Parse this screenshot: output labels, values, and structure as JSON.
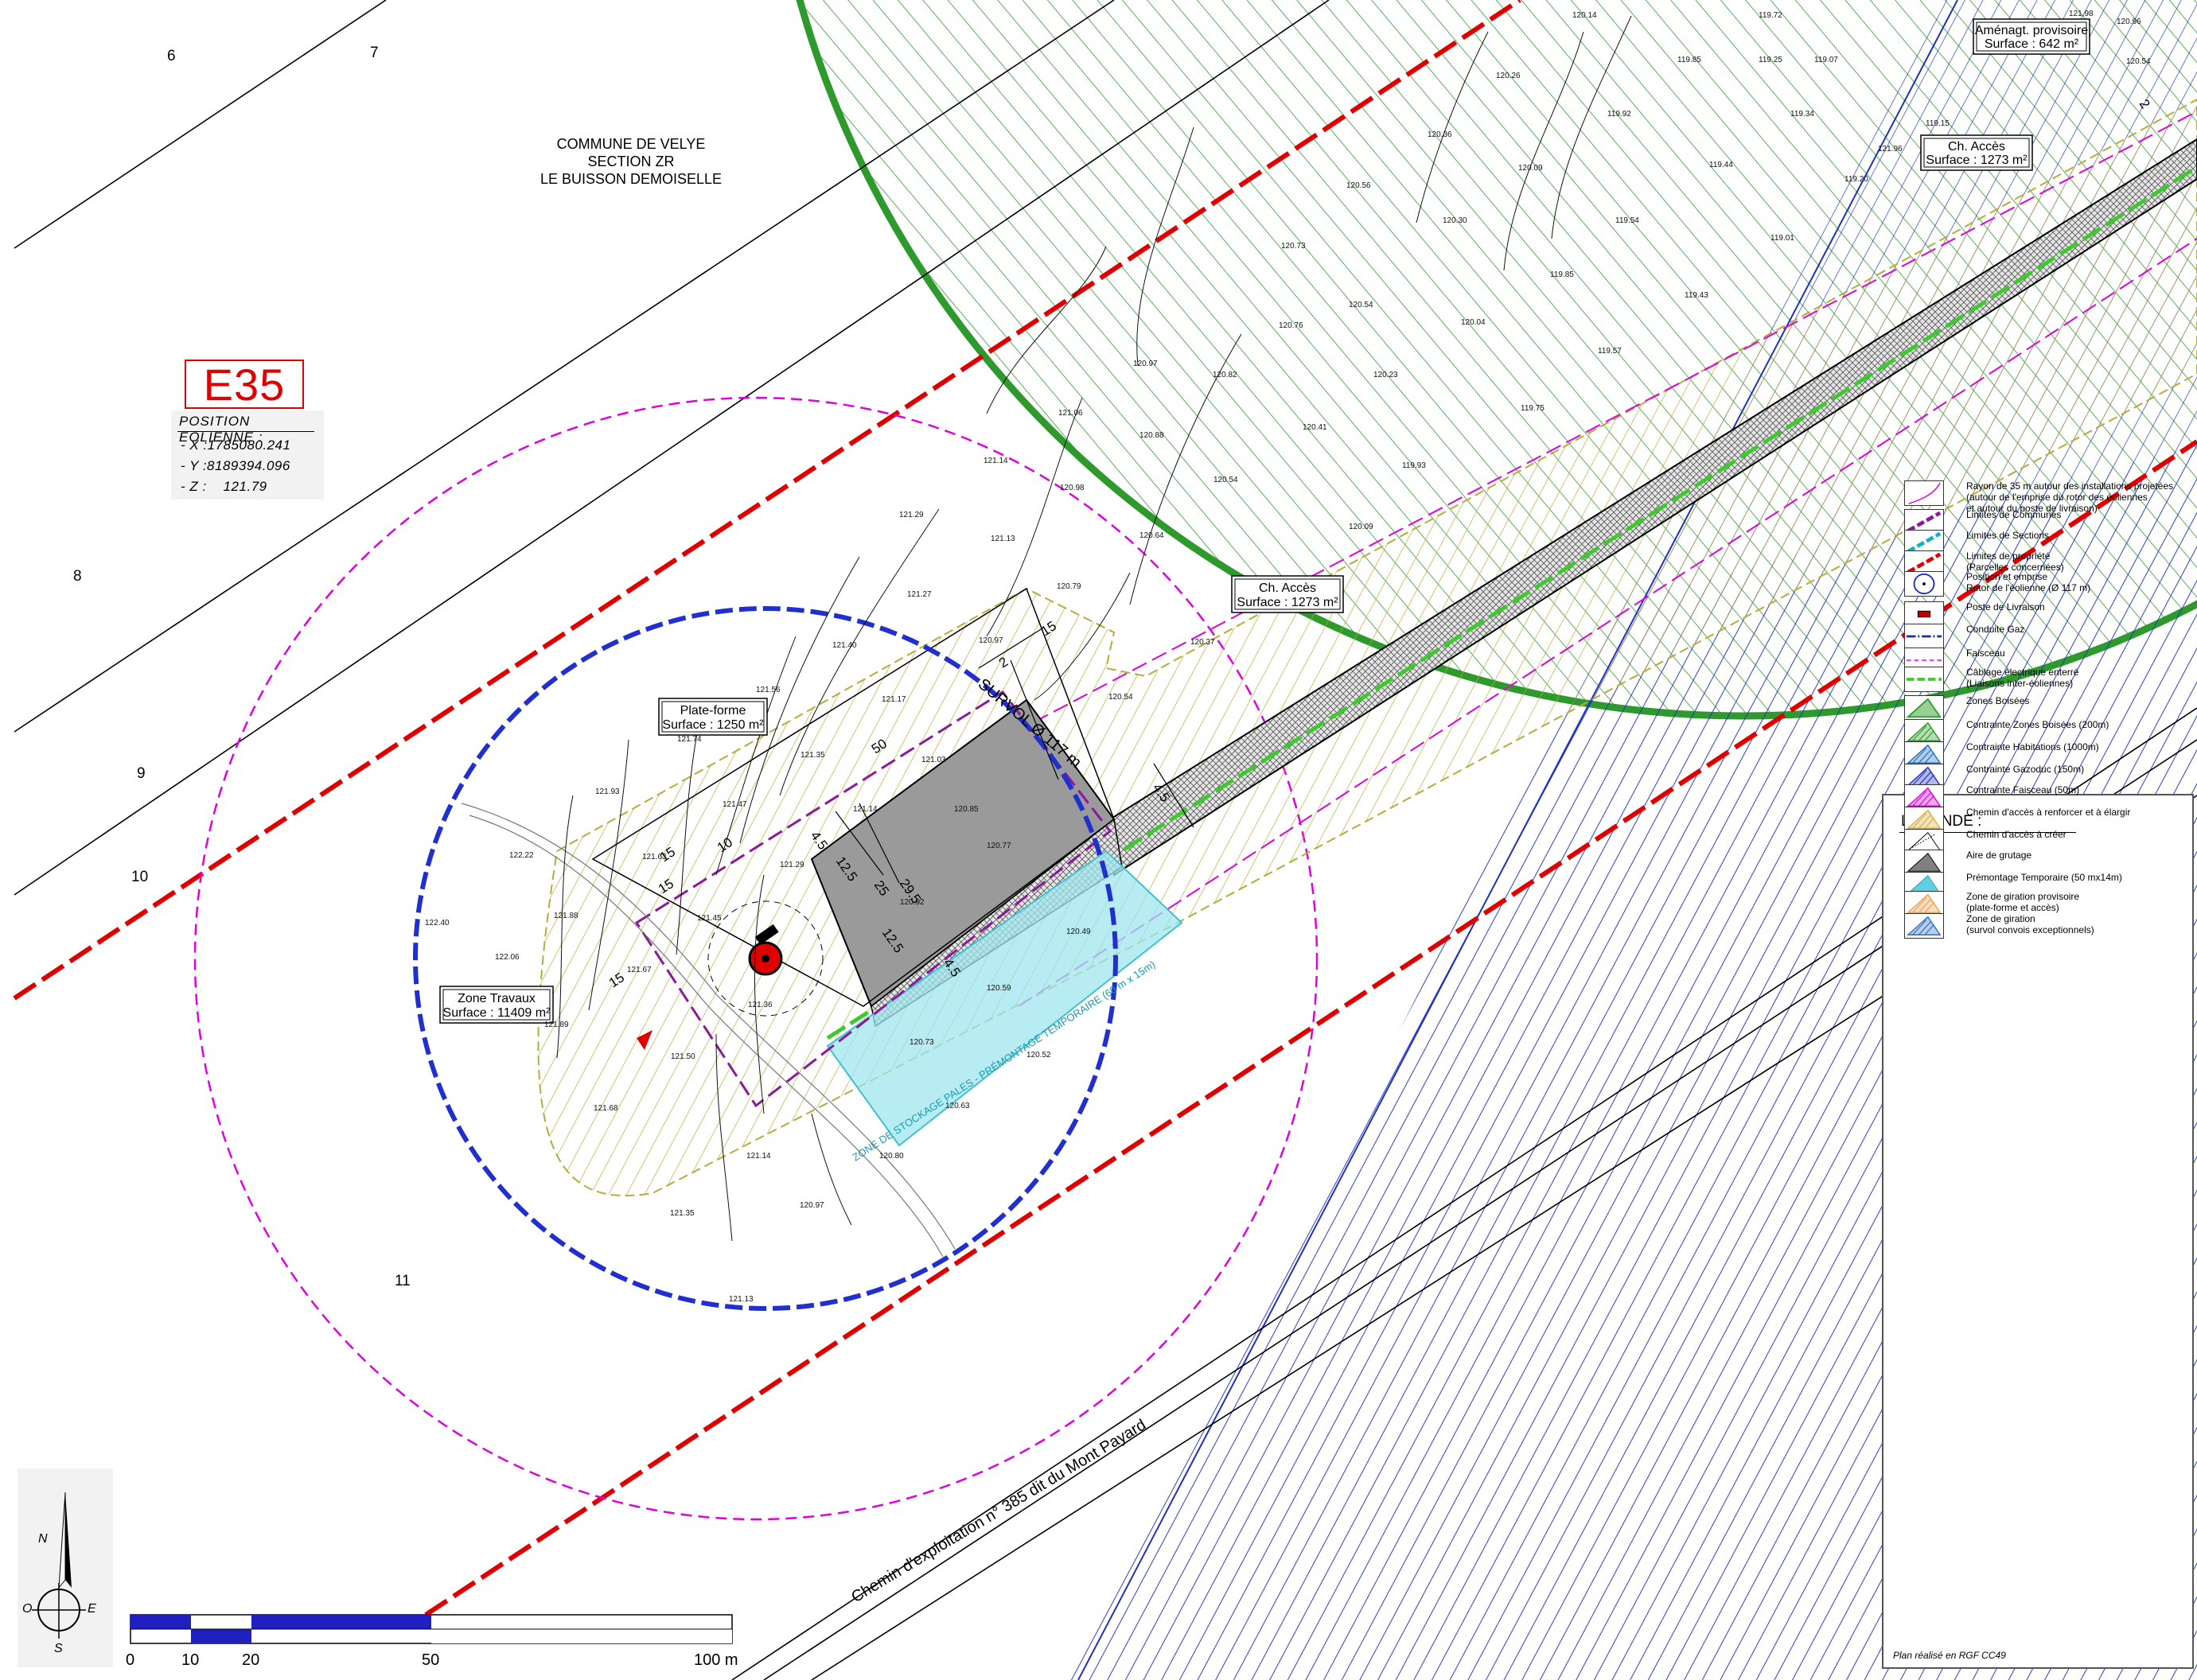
{
  "site": {
    "commune": "COMMUNE DE VELYE",
    "section": "SECTION ZR",
    "lieu_dit": "LE BUISSON DEMOISELLE"
  },
  "turbine": {
    "id": "E35",
    "position_title": "POSITION EOLIENNE :",
    "x": "- X :1785080.241",
    "y": "- Y :8189394.096",
    "z": "- Z :    121.79",
    "marker_color": "#e00000"
  },
  "parcels": [
    "6",
    "7",
    "8",
    "9",
    "10",
    "11"
  ],
  "zones": {
    "platform": {
      "title": "Plate-forme",
      "surface": "Surface : 1250 m²"
    },
    "works": {
      "title": "Zone Travaux",
      "surface": "Surface : 11409 m²"
    },
    "access_1": {
      "title": "Ch. Accès",
      "surface": "Surface : 1273 m²"
    },
    "access_2": {
      "title": "Ch. Accès",
      "surface": "Surface : 1273 m²"
    },
    "temp_layout": {
      "title": "Aménagt. provisoire",
      "surface": "Surface : 642 m²"
    }
  },
  "annotations": {
    "rotor_overflight": "SURVOL Ø 117 m",
    "storage_zone": "ZONE DE STOCKAGE PALES - PRÉMONTAGE TEMPORAIRE (60 m x 15m)",
    "road": "Chemin d'exploitation n° 385 dit du Mont Payard",
    "dims": [
      "50",
      "15",
      "10",
      "15",
      "15",
      "12.5",
      "29.5",
      "12.5",
      "25",
      "15",
      "2",
      "4.5",
      "4.5",
      "4.5",
      "2"
    ]
  },
  "elevations": [
    "120.14",
    "119.72",
    "119.07",
    "120.26",
    "119.85",
    "119.25",
    "120.36",
    "119.92",
    "119.34",
    "120.09",
    "119.44",
    "119.15",
    "120.56",
    "120.30",
    "119.54",
    "119.20",
    "120.73",
    "119.85",
    "119.01",
    "120.54",
    "119.43",
    "120.76",
    "120.04",
    "120.23",
    "119.57",
    "120.97",
    "120.82",
    "119.75",
    "121.06",
    "120.88",
    "120.41",
    "121.14",
    "120.98",
    "120.54",
    "119.93",
    "121.29",
    "121.13",
    "120.64",
    "120.09",
    "121.27",
    "120.79",
    "120.97",
    "120.37",
    "121.40",
    "121.56",
    "121.17",
    "120.54",
    "121.74",
    "121.35",
    "121.03",
    "120.85",
    "121.93",
    "121.47",
    "121.14",
    "120.77",
    "122.22",
    "121.63",
    "121.29",
    "122.40",
    "121.88",
    "121.45",
    "120.92",
    "122.06",
    "121.67",
    "120.49",
    "121.36",
    "120.59",
    "121.89",
    "121.50",
    "120.73",
    "120.52",
    "121.68",
    "120.63",
    "121.14",
    "120.80",
    "121.35",
    "120.97",
    "121.13",
    "121.96",
    "121.98",
    "120.96",
    "120.54"
  ],
  "legend": {
    "title": "LEGENDE :",
    "items": [
      {
        "label": "Rayon de 35 m autour des installations projetées\n(autour de l'emprise du rotor des éoliennes\net autour du poste de livraison)",
        "icon": "radius-arc-icon",
        "color": "#e000e0"
      },
      {
        "label": "Limites de Communes",
        "icon": "commune-limit-icon",
        "color": "#8a1a9a"
      },
      {
        "label": "Limites de Sections",
        "icon": "section-limit-icon",
        "color": "#10b0c8"
      },
      {
        "label": "Limites de propriété\n(Parcelles concernées)",
        "icon": "property-limit-icon",
        "color": "#e00000"
      },
      {
        "label": "Position et emprise\nRotor de l'éolienne (Ø 117 m)",
        "icon": "rotor-circle-icon",
        "color": "#2030d0"
      },
      {
        "label": "Poste de Livraison",
        "icon": "delivery-post-icon",
        "color": "#c00000"
      },
      {
        "label": "Conduite Gaz",
        "icon": "gas-line-icon",
        "color": "#1a2aa8"
      },
      {
        "label": "Faisceau",
        "icon": "beam-line-icon",
        "color": "#e000e0"
      },
      {
        "label": "Câblage électrique enterré\n(Liaisons inter-éoliennes)",
        "icon": "cable-line-icon",
        "color": "#40c830"
      },
      {
        "label": "Zones Boisées",
        "icon": "woodland-icon",
        "color": "#30a030"
      },
      {
        "label": "Contrainte Zones Boisées (200m)",
        "icon": "woodland-constraint-icon",
        "color": "#2a9a2a"
      },
      {
        "label": "Contrainte Habitations (1000m)",
        "icon": "housing-constraint-icon",
        "color": "#2070c0"
      },
      {
        "label": "Contrainte Gazoduc (150m)",
        "icon": "gas-constraint-icon",
        "color": "#2030c0"
      },
      {
        "label": "Contrainte Faisceau (50m)",
        "icon": "beam-constraint-icon",
        "color": "#e000e0"
      },
      {
        "label": "Chemin d'accès à renforcer et à élargir",
        "icon": "reinforced-path-icon",
        "color": "#d8b040"
      },
      {
        "label": "Chemin d'accès à créer",
        "icon": "new-path-icon",
        "color": "#555555"
      },
      {
        "label": "Aire de grutage",
        "icon": "crane-area-icon",
        "color": "#808080"
      },
      {
        "label": "Prémontage Temporaire (50 mx14m)",
        "icon": "premount-icon",
        "color": "#60d0e0"
      },
      {
        "label": "Zone de giration provisoire\n(plate-forme et accès)",
        "icon": "turning-zone-icon",
        "color": "#f0a050"
      },
      {
        "label": "Zone de giration\n(survol convois exceptionnels)",
        "icon": "convoy-turning-icon",
        "color": "#3070c0"
      }
    ],
    "footer": "Plan réalisé en RGF CC49"
  },
  "compass": {
    "n": "N",
    "s": "S",
    "e": "E",
    "o": "O"
  },
  "scale": {
    "labels": [
      "0",
      "10",
      "20",
      "50",
      "100 m"
    ],
    "color": "#2020c0"
  }
}
